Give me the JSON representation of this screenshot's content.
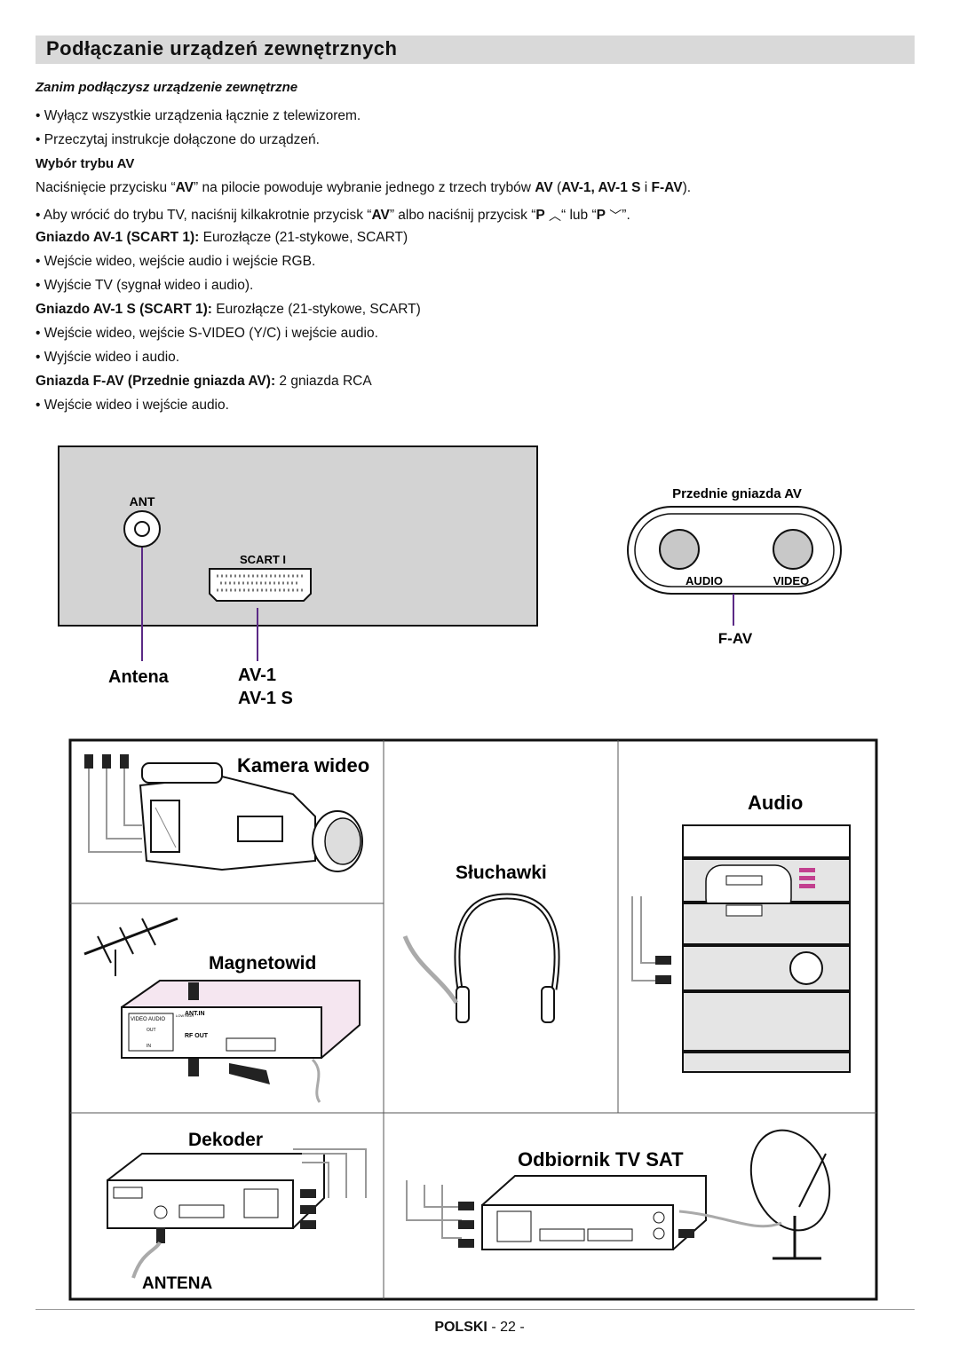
{
  "title": "Podłączanie urządzeń zewnętrznych",
  "subheading": "Zanim podłączysz urządzenie zewnętrzne",
  "prep_items": [
    "• Wyłącz wszystkie urządzenia łącznie z telewizorem.",
    "• Przeczytaj instrukcje dołączone do urządzeń."
  ],
  "av_mode": {
    "heading": "Wybór trybu AV",
    "p1_a": "Naciśnięcie przycisku “",
    "p1_b": "AV",
    "p1_c": "” na pilocie powoduje wybranie jednego z trzech trybów ",
    "p1_d": "AV",
    "p1_e": " (",
    "p1_f": "AV-1, AV-1 S",
    "p1_g": " i ",
    "p1_h": "F-AV",
    "p1_i": ").",
    "p2_a": "• Aby wrócić do trybu TV, naciśnij kilkakrotnie przycisk “",
    "p2_b": "AV",
    "p2_c": "” albo naciśnij przycisk “",
    "p2_d": "P",
    "p2_e": "“ lub “",
    "p2_f": "P",
    "p2_g": "”."
  },
  "sockets": [
    {
      "label": "Gniazdo AV-1 (SCART 1):",
      "desc": " Eurozłącze (21-stykowe, SCART)",
      "items": [
        "• Wejście wideo, wejście audio i wejście RGB.",
        "• Wyjście TV (sygnał wideo i audio)."
      ]
    },
    {
      "label": "Gniazdo AV-1 S (SCART 1):",
      "desc": " Eurozłącze (21-stykowe, SCART)",
      "items": [
        "• Wejście wideo, wejście S-VIDEO (Y/C) i wejście audio.",
        "• Wyjście wideo i audio."
      ]
    },
    {
      "label": "Gniazda F-AV (Przednie gniazda AV):",
      "desc": " 2 gniazda RCA",
      "items": [
        "• Wejście wideo i wejście audio."
      ]
    }
  ],
  "panel": {
    "ant": "ANT",
    "scart": "SCART I",
    "front_title": "Przednie gniazda AV",
    "audio": "AUDIO",
    "video": "VIDEO",
    "f_av": "F-AV",
    "antena": "Antena",
    "av1": "AV-1",
    "av1s": "AV-1 S"
  },
  "devices": {
    "camera": "Kamera wideo",
    "audio": "Audio",
    "headphones": "Słuchawki",
    "vcr": "Magnetowid",
    "decoder": "Dekoder",
    "sat": "Odbiornik TV SAT",
    "antenna": "ANTENA",
    "vcr_video_audio": "VIDEO AUDIO",
    "vcr_ant_in": "ANT.IN",
    "vcr_rf_out": "RF OUT",
    "vcr_out": "OUT",
    "vcr_in": "IN",
    "vcr_low_high": "LOW HIGH"
  },
  "footer": {
    "lang": "POLSKI",
    "page": "  - 22 -"
  }
}
